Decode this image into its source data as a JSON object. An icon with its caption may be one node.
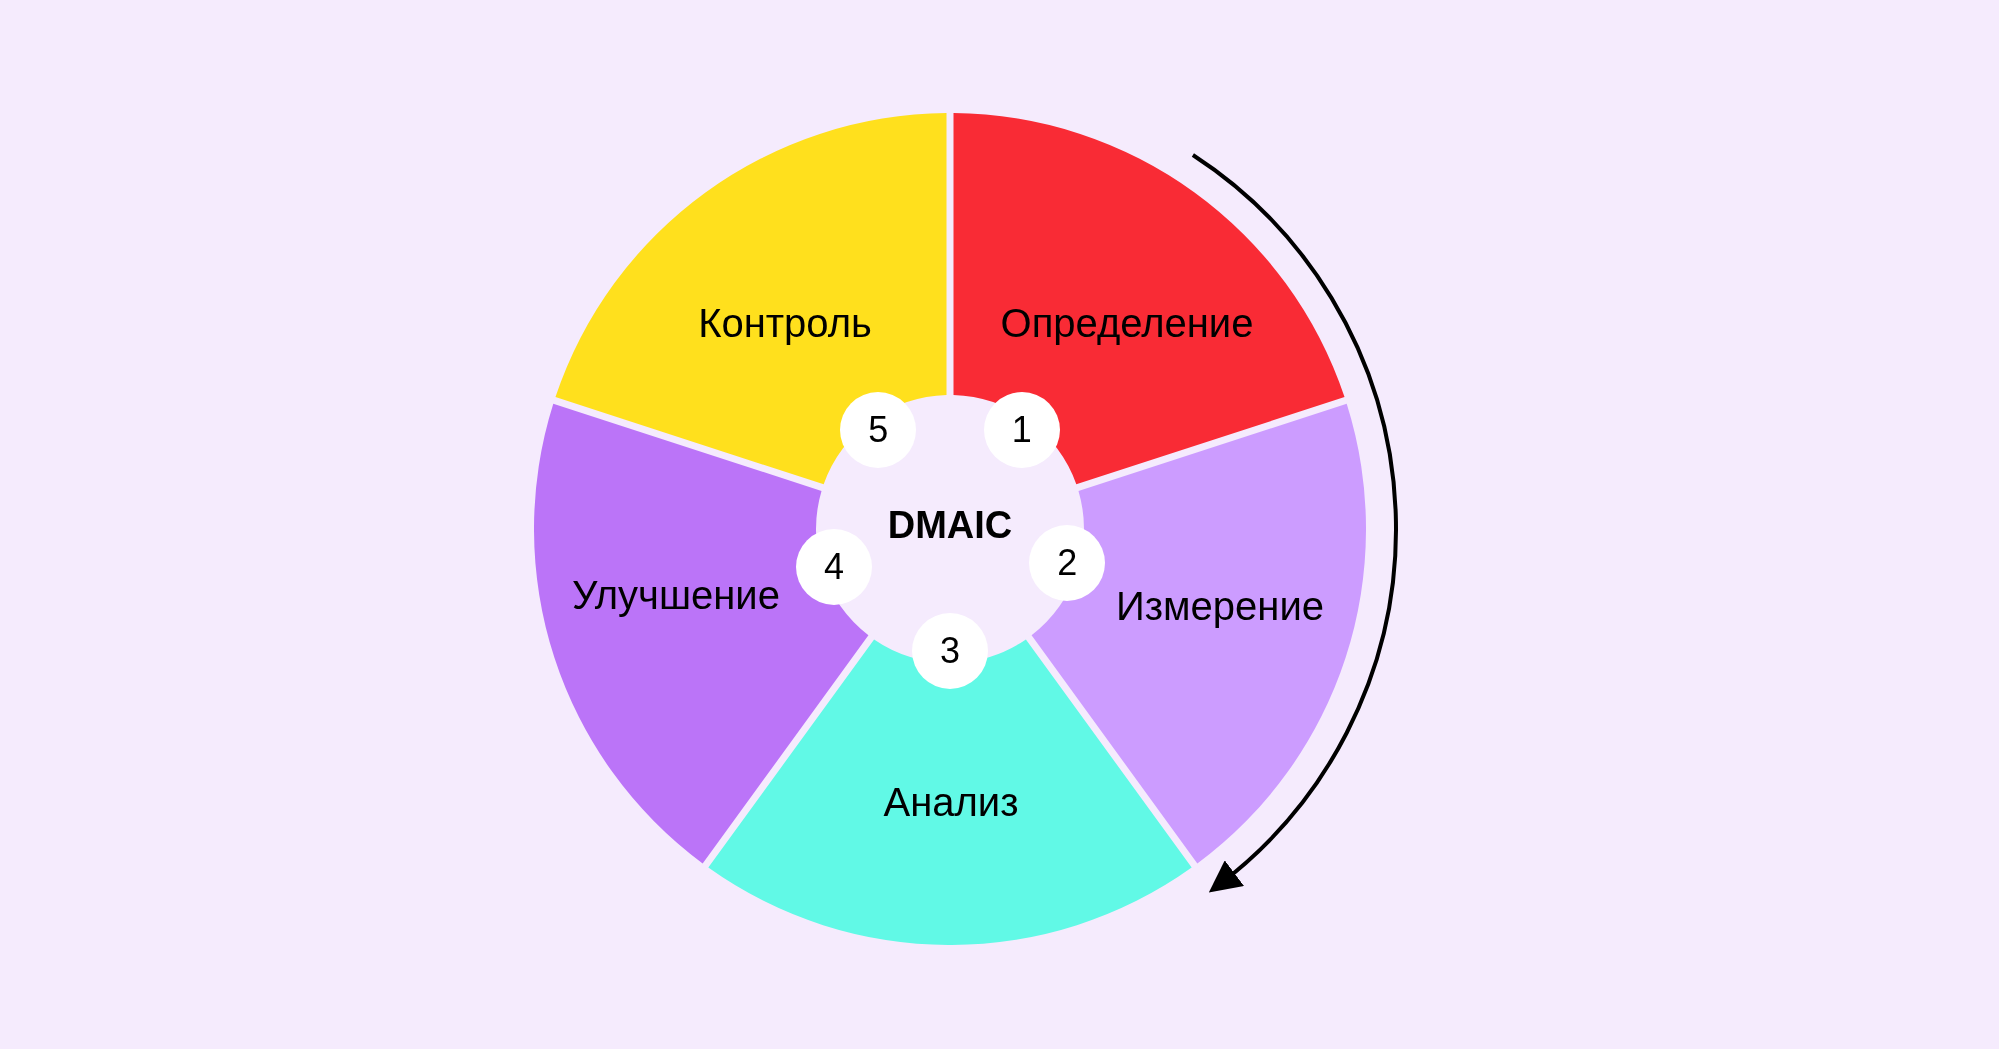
{
  "diagram": {
    "nodes": [
      {
        "text": [
          "Определение"
        ]
      },
      {
        "text": [
          "Измерение"
        ]
      },
      {
        "text": [
          "Анализ"
        ]
      },
      {
        "text": [
          "Улучшение"
        ]
      },
      {
        "text": [
          "Контроль"
        ]
      },
      {
        "text": [
          "DMAIC"
        ]
      },
      {
        "text": [
          "1"
        ]
      },
      {
        "text": [
          "2"
        ]
      },
      {
        "text": [
          "3"
        ]
      },
      {
        "text": [
          "4"
        ]
      },
      {
        "text": [
          "5"
        ]
      }
    ]
  }
}
